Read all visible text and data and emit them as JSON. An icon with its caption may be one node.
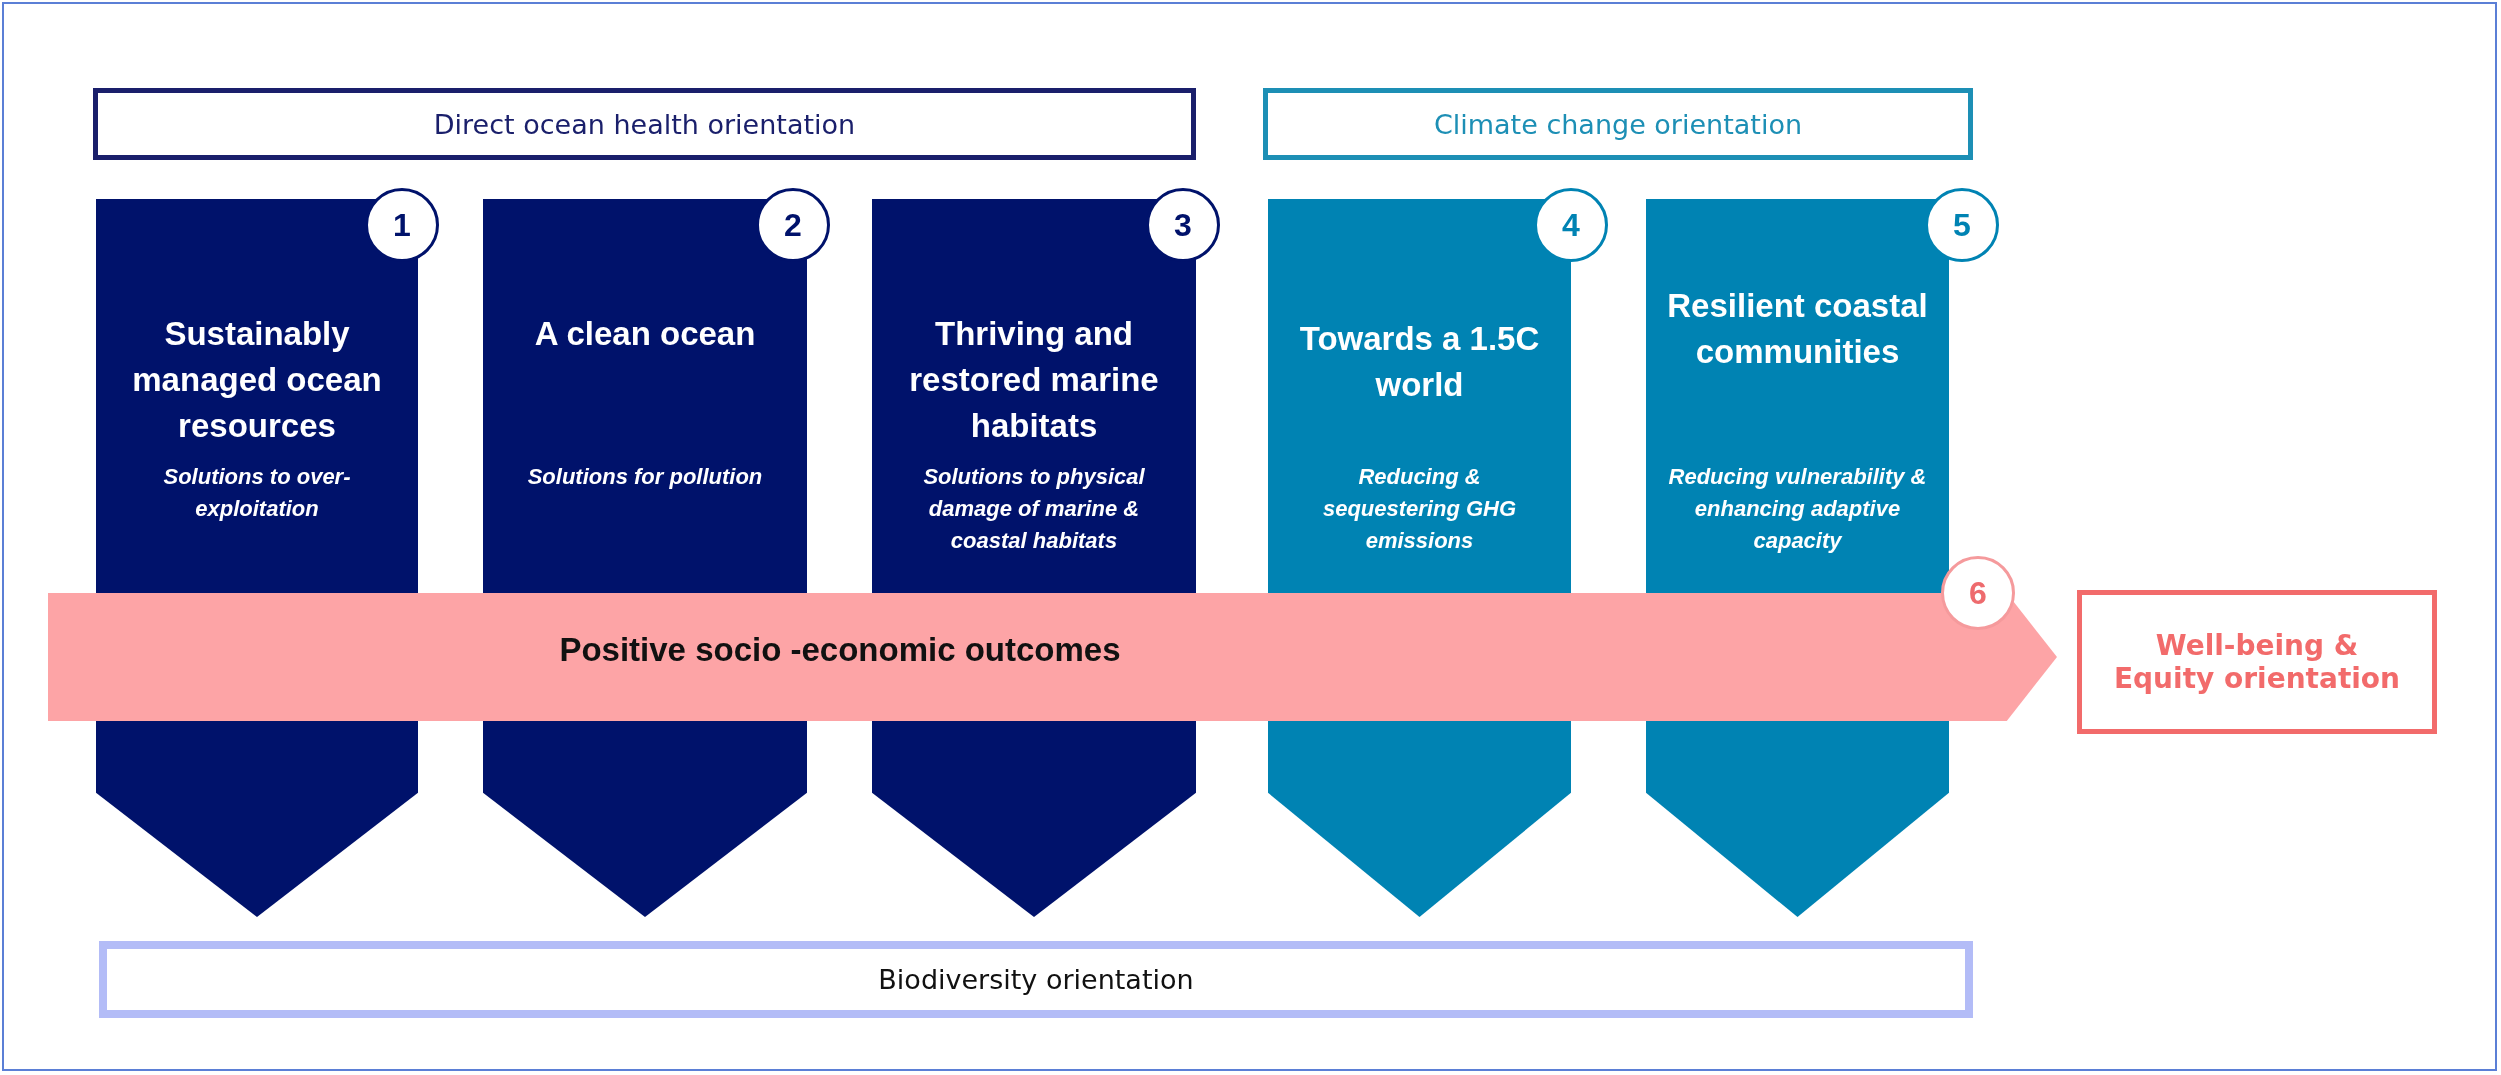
{
  "diagram": {
    "nodes": [
      {
        "text": [
          "Direct ocean health orientation"
        ]
      },
      {
        "text": [
          "Climate change orientation"
        ]
      },
      {
        "text": [
          "Sustainably managed ocean resources",
          "Solutions to over-exploitation"
        ]
      },
      {
        "text": [
          "1"
        ]
      },
      {
        "text": [
          "A clean ocean",
          "Solutions for pollution"
        ]
      },
      {
        "text": [
          "2"
        ]
      },
      {
        "text": [
          "Thriving and restored marine habitats",
          "Solutions to physical damage of marine & coastal habitats"
        ]
      },
      {
        "text": [
          "3"
        ]
      },
      {
        "text": [
          "Towards a 1.5C world",
          "Reducing & sequestering GHG emissions"
        ]
      },
      {
        "text": [
          "4"
        ]
      },
      {
        "text": [
          "Resilient coastal communities",
          "Reducing vulnerability & enhancing adaptive capacity"
        ]
      },
      {
        "text": [
          "5"
        ]
      },
      {
        "text": [
          "Positive socio -economic outcomes"
        ]
      },
      {
        "text": [
          "6"
        ]
      },
      {
        "text": [
          "Well-being & Equity orientation"
        ]
      },
      {
        "text": [
          "Biodiversity orientation"
        ]
      }
    ]
  }
}
